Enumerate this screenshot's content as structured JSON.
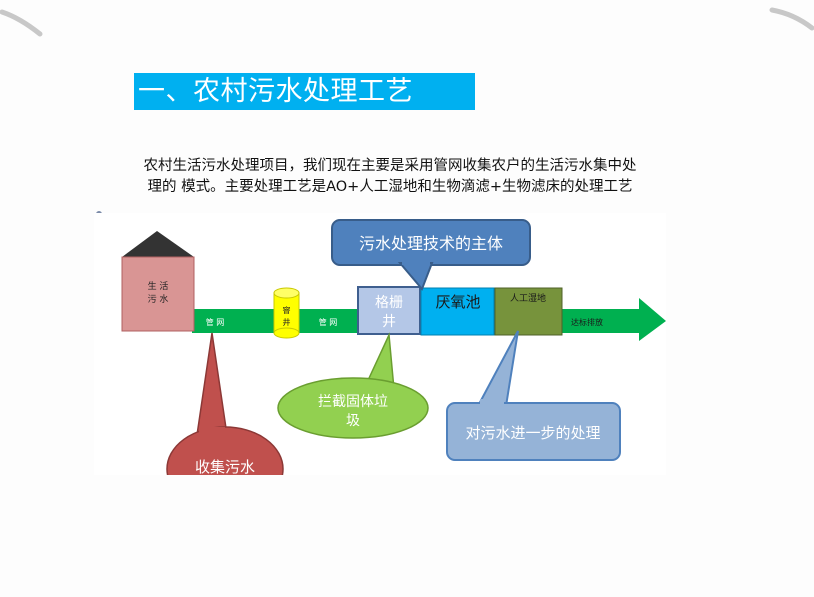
{
  "title": "一、农村污水处理工艺",
  "description": {
    "line1": "农村生活污水处理项目，我们现在主要是采用管网收集农户的生活污水集中处",
    "line2": "理的 模式。主要处理工艺是AO+人工湿地和生物滴滤+生物滤床的处理工艺"
  },
  "diagram": {
    "house_label_1": "生 活",
    "house_label_2": "污 水",
    "pipe_label_1": "管 网",
    "pipe_label_2": "管 网",
    "well_label_1": "窨",
    "well_label_2": "井",
    "grid_well_1": "格栅",
    "grid_well_2": "井",
    "anaerobic_pool": "厌氧池",
    "wetland": "人工湿地",
    "discharge": "达标排放",
    "callout_core": "污水处理技术的主体",
    "callout_screen_1": "拦截固体垃",
    "callout_screen_2": "圾",
    "callout_further": "对污水进一步的处理",
    "callout_collect": "收集污水",
    "colors": {
      "pipe": "#00b050",
      "house": "#d99594",
      "roof": "#333333",
      "well": "#ffff00",
      "grid": "#b4c7e7",
      "anaerobic": "#00b0f0",
      "wetland": "#77933c",
      "callout_blue": "#4f81bd",
      "callout_green": "#92d050",
      "callout_light_blue": "#95b3d7",
      "callout_red": "#c0504d"
    }
  }
}
